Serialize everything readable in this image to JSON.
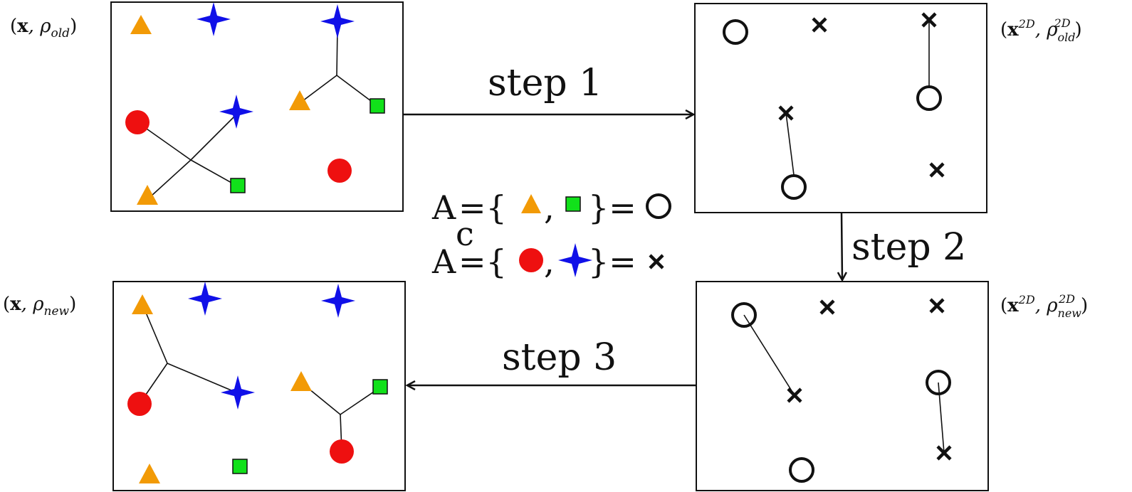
{
  "labels": {
    "top_left": {
      "base": "x",
      "sep": ", ρ",
      "sub": "old"
    },
    "bottom_left": {
      "base": "x",
      "sep": ", ρ",
      "sub": "new"
    },
    "top_right": {
      "base": "x",
      "sup1": "2D",
      "sep": ", ρ",
      "sub": "old",
      "sup2": "2D"
    },
    "bottom_right": {
      "base": "x",
      "sup1": "2D",
      "sep": ", ρ",
      "sub": "new",
      "sup2": "2D"
    }
  },
  "steps": {
    "step1": "step 1",
    "step2": "step 2",
    "step3": "step 3"
  },
  "legend": {
    "set_a": {
      "name": "A",
      "open_brace": "={",
      "comma": ",",
      "close_brace": "}="
    },
    "set_a_complement": {
      "name": "A",
      "superscript": "c",
      "open_brace": "={",
      "comma": ",",
      "close_brace": "}="
    }
  },
  "colors": {
    "triangle": "#f29a06",
    "square": "#11e11a",
    "circle": "#ee1010",
    "star": "#1010e8",
    "ink": "#111111"
  },
  "icons": {
    "triangle": "triangle-icon",
    "square": "square-icon",
    "circle": "circle-icon",
    "star": "four-point-star-icon",
    "open_circle": "open-circle-icon",
    "cross": "cross-icon"
  }
}
